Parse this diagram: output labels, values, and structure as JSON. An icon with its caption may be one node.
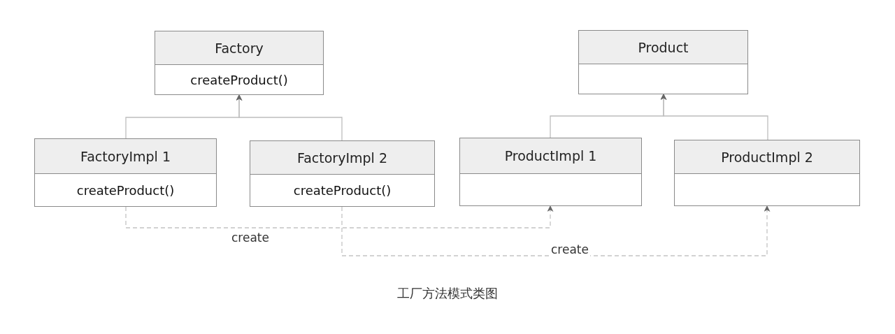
{
  "diagram": {
    "caption": "工厂方法模式类图",
    "nodes": [
      {
        "text": [
          "Factory",
          "createProduct()"
        ]
      },
      {
        "text": [
          "Product"
        ]
      },
      {
        "text": [
          "FactoryImpl 1",
          "createProduct()"
        ]
      },
      {
        "text": [
          "FactoryImpl 2",
          "createProduct()"
        ]
      },
      {
        "text": [
          "ProductImpl 1"
        ]
      },
      {
        "text": [
          "ProductImpl 2"
        ]
      }
    ],
    "edges": [
      {
        "from": 2,
        "to": 0,
        "arrow": "to"
      },
      {
        "from": 3,
        "to": 0,
        "arrow": "to"
      },
      {
        "from": 4,
        "to": 1,
        "arrow": "to"
      },
      {
        "from": 5,
        "to": 1,
        "arrow": "to"
      },
      {
        "from": 2,
        "to": 4,
        "arrow": "to",
        "label": "create",
        "style": "dashed"
      },
      {
        "from": 3,
        "to": 5,
        "arrow": "to",
        "label": "create",
        "style": "dashed"
      }
    ]
  }
}
